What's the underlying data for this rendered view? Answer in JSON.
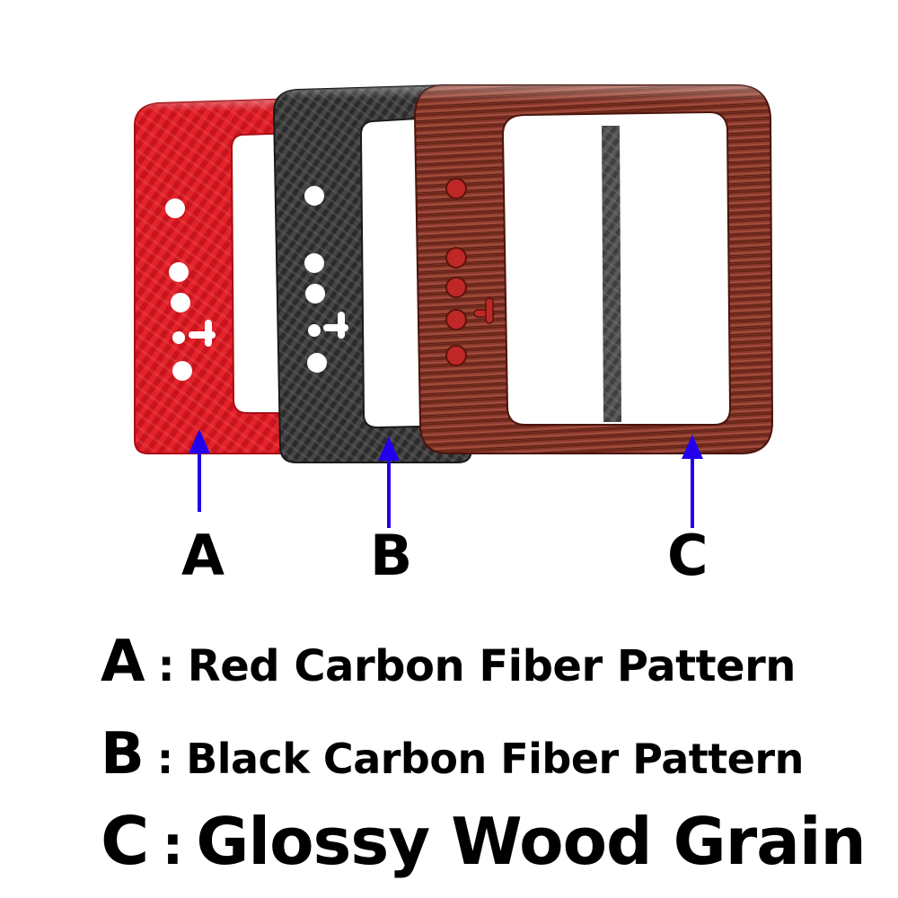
{
  "image": {
    "description_icons": [
      "red-carbon-frame",
      "black-carbon-frame",
      "wood-grain-frame",
      "blue-arrow"
    ],
    "colors": {
      "red_carbon": "#e0202a",
      "black_carbon": "#3a3a3a",
      "wood_grain": "#8a3a2c",
      "arrow": "#2200ee"
    }
  },
  "labels": {
    "a": "A",
    "b": "B",
    "c": "C"
  },
  "legend": [
    {
      "key": "A",
      "sep": ":",
      "text": "Red Carbon Fiber Pattern"
    },
    {
      "key": "B",
      "sep": ":",
      "text": "Black Carbon Fiber Pattern"
    },
    {
      "key": "C",
      "sep": ":",
      "text": "Glossy Wood Grain"
    }
  ]
}
